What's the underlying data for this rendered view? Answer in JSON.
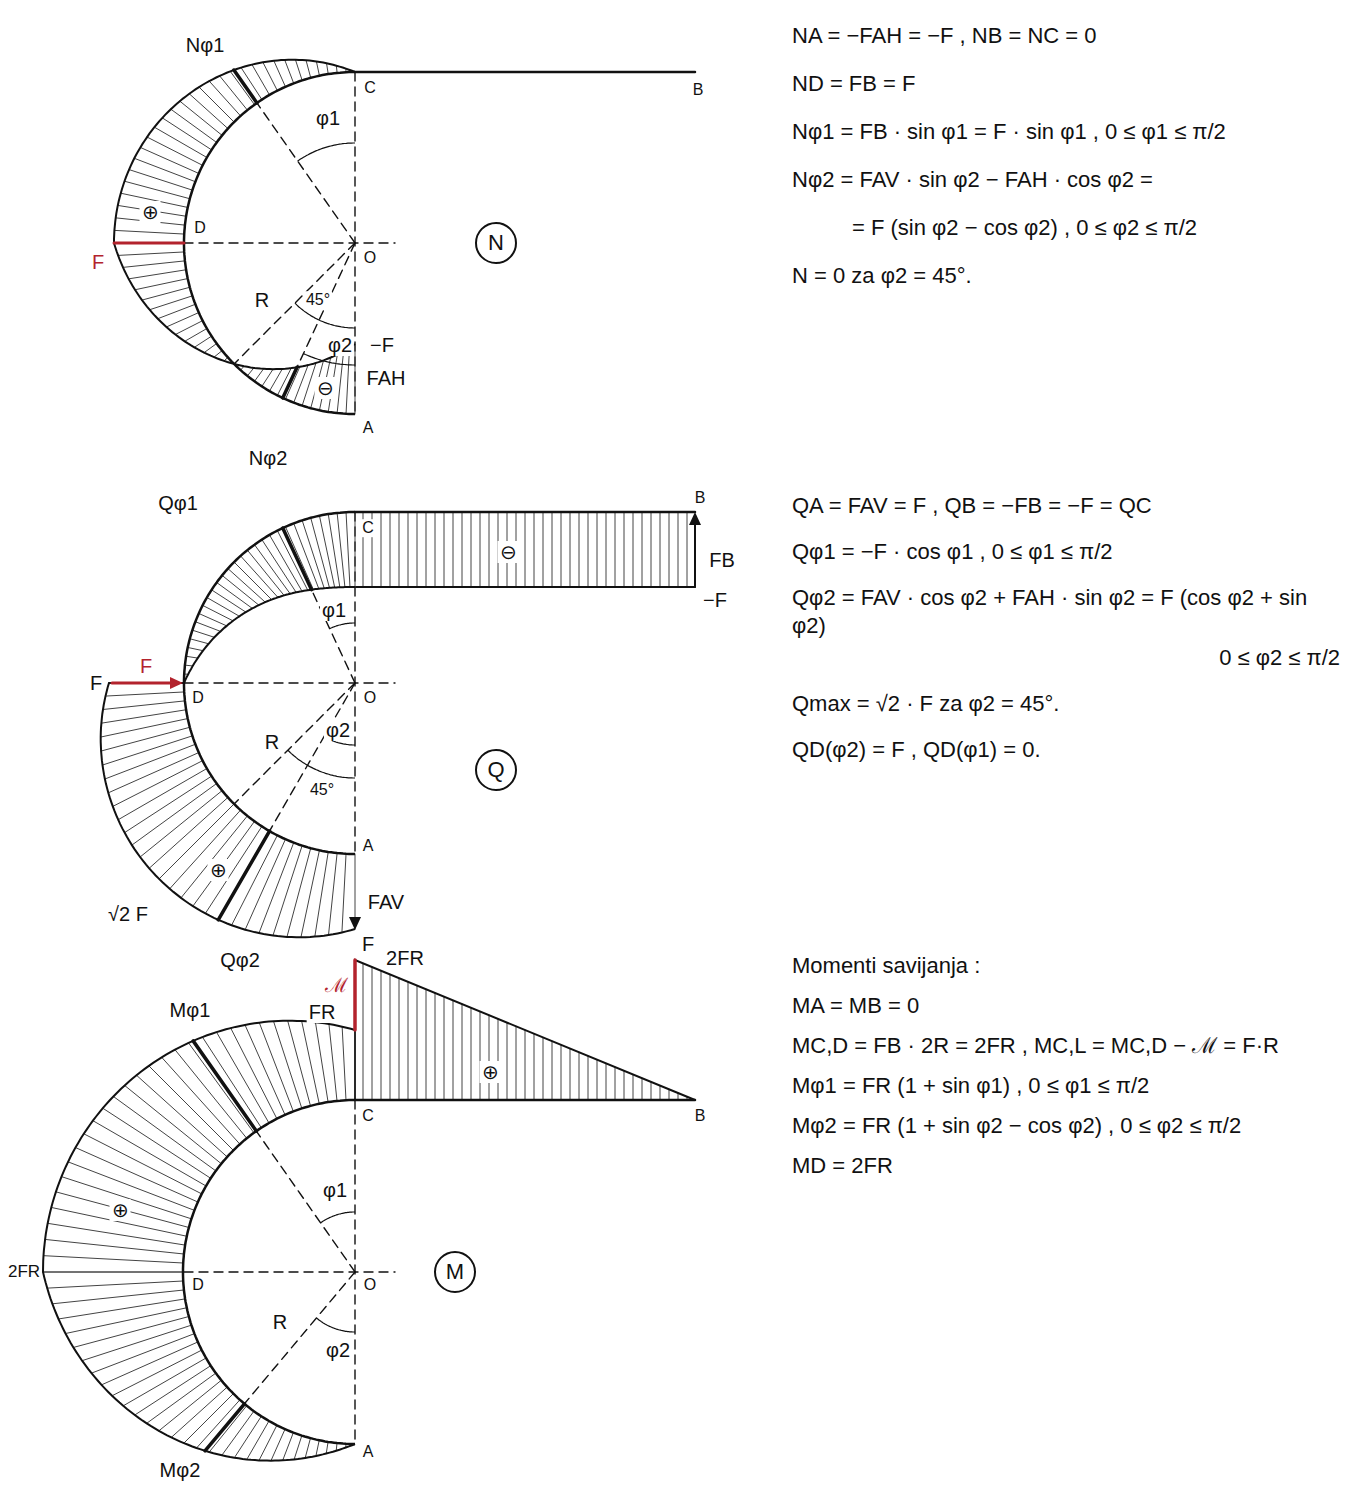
{
  "diagram": {
    "nodes": [
      {
        "text": [
          "N"
        ]
      },
      {
        "text": [
          "Q"
        ]
      },
      {
        "text": [
          "M"
        ]
      }
    ],
    "labels": [
      "Nφ1",
      "C",
      "B",
      "φ1",
      "⊕",
      "D",
      "F",
      "O",
      "R",
      "45°",
      "φ2",
      "−F",
      "FAH",
      "⊖",
      "A",
      "Nφ2",
      "NA = −FAH = −F , NB = NC = 0",
      "ND = FB = F",
      "Nφ1 = FB · sin φ1 = F · sin φ1 , 0 ≤ φ1 ≤ π/2",
      "Nφ2 = FAV · sin φ2 − FAH · cos φ2 =",
      "= F (sin φ2 − cos φ2) , 0 ≤ φ2 ≤ π/2",
      "N = 0 za φ2 = 45°.",
      "Qφ1",
      "C",
      "B",
      "⊖",
      "FB",
      "−F",
      "φ1",
      "F",
      "F",
      "D",
      "O",
      "R",
      "φ2",
      "45°",
      "A",
      "⊕",
      "√2 F",
      "FAV",
      "F",
      "Qφ2",
      "QA = FAV = F , QB = −FB = −F = QC",
      "Qφ1 = −F · cos φ1 , 0 ≤ φ1 ≤ π/2",
      "Qφ2 = FAV · cos φ2 + FAH · sin φ2 = F (cos φ2 + sin φ2)",
      "0 ≤ φ2 ≤ π/2",
      "Qmax = √2 · F za φ2 = 45°.",
      "QD(φ2) = F , QD(φ1) = 0.",
      "2FR",
      "ℳ",
      "FR",
      "Mφ1",
      "⊕",
      "C",
      "B",
      "φ1",
      "⊕",
      "2FR",
      "D",
      "O",
      "R",
      "φ2",
      "A",
      "Mφ2",
      "Momenti savijanja :",
      "MA = MB = 0",
      "MC,D = FB · 2R = 2FR , MC,L = MC,D − ℳ = F·R",
      "Mφ1 = FR (1 + sin φ1) , 0 ≤ φ1 ≤ π/2",
      "Mφ2 = FR (1 + sin φ2 − cos φ2) , 0 ≤ φ2 ≤ π/2",
      "MD = 2FR"
    ]
  }
}
